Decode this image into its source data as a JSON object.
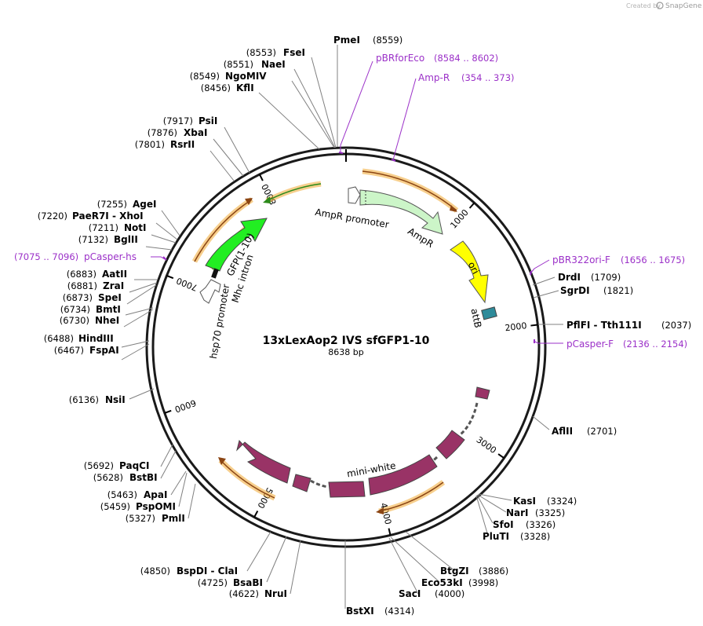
{
  "branding": {
    "created_by": "Created by",
    "name": "SnapGene"
  },
  "plasmid": {
    "name": "13xLexAop2 IVS sfGFP1-10",
    "length_label": "8638 bp",
    "length": 8638
  },
  "ruler_ticks": [
    "1000",
    "2000",
    "3000",
    "4000",
    "5000",
    "6000",
    "7000",
    "8000"
  ],
  "enzymes": [
    {
      "name": "PmeI",
      "pos": "(8559)"
    },
    {
      "name": "FseI",
      "pos": "(8553)"
    },
    {
      "name": "NaeI",
      "pos": "(8551)"
    },
    {
      "name": "NgoMIV",
      "pos": "(8549)"
    },
    {
      "name": "KflI",
      "pos": "(8456)"
    },
    {
      "name": "PsiI",
      "pos": "(7917)"
    },
    {
      "name": "XbaI",
      "pos": "(7876)"
    },
    {
      "name": "RsrII",
      "pos": "(7801)"
    },
    {
      "name": "AgeI",
      "pos": "(7255)"
    },
    {
      "name": "PaeR7I - XhoI",
      "pos": "(7220)"
    },
    {
      "name": "NotI",
      "pos": "(7211)"
    },
    {
      "name": "BglII",
      "pos": "(7132)"
    },
    {
      "name": "AatII",
      "pos": "(6883)"
    },
    {
      "name": "ZraI",
      "pos": "(6881)"
    },
    {
      "name": "SpeI",
      "pos": "(6873)"
    },
    {
      "name": "BmtI",
      "pos": "(6734)"
    },
    {
      "name": "NheI",
      "pos": "(6730)"
    },
    {
      "name": "HindIII",
      "pos": "(6488)"
    },
    {
      "name": "FspAI",
      "pos": "(6467)"
    },
    {
      "name": "NsiI",
      "pos": "(6136)"
    },
    {
      "name": "PaqCI",
      "pos": "(5692)"
    },
    {
      "name": "BstBI",
      "pos": "(5628)"
    },
    {
      "name": "ApaI",
      "pos": "(5463)"
    },
    {
      "name": "PspOMI",
      "pos": "(5459)"
    },
    {
      "name": "PmlI",
      "pos": "(5327)"
    },
    {
      "name": "BspDI - ClaI",
      "pos": "(4850)"
    },
    {
      "name": "BsaBI",
      "pos": "(4725)"
    },
    {
      "name": "NruI",
      "pos": "(4622)"
    },
    {
      "name": "BstXI",
      "pos": "(4314)"
    },
    {
      "name": "SacI",
      "pos": "(4000)"
    },
    {
      "name": "Eco53kI",
      "pos": "(3998)"
    },
    {
      "name": "BtgZI",
      "pos": "(3886)"
    },
    {
      "name": "PluTI",
      "pos": "(3328)"
    },
    {
      "name": "SfoI",
      "pos": "(3326)"
    },
    {
      "name": "NarI",
      "pos": "(3325)"
    },
    {
      "name": "KasI",
      "pos": "(3324)"
    },
    {
      "name": "AflII",
      "pos": "(2701)"
    },
    {
      "name": "PflFI - Tth111I",
      "pos": "(2037)"
    },
    {
      "name": "SgrDI",
      "pos": "(1821)"
    },
    {
      "name": "DrdI",
      "pos": "(1709)"
    }
  ],
  "primers": [
    {
      "name": "pBRforEco",
      "range": "(8584 .. 8602)"
    },
    {
      "name": "Amp-R",
      "range": "(354 .. 373)"
    },
    {
      "name": "pCasper-hs",
      "range": "(7075 .. 7096)"
    },
    {
      "name": "pBR322ori-F",
      "range": "(1656 .. 1675)"
    },
    {
      "name": "pCasper-F",
      "range": "(2136 .. 2154)"
    }
  ],
  "features": {
    "ampr_promoter": "AmpR promoter",
    "ampr": "AmpR",
    "ori": "ori",
    "attb": "attB",
    "mini_white": "mini-white",
    "gfp": "GFP(1-10)",
    "mhc_intron": "Mhc intron",
    "hsp70_promoter": "hsp70 promoter"
  },
  "colors": {
    "ampr": "#ccf5c8",
    "ori": "#ffff00",
    "attb": "#2e8b9a",
    "mini_white": "#993366",
    "gfp": "#22ee22",
    "orf": "#f0a830",
    "orf_arrow": "#8b4513",
    "primer": "#9b30c8"
  }
}
